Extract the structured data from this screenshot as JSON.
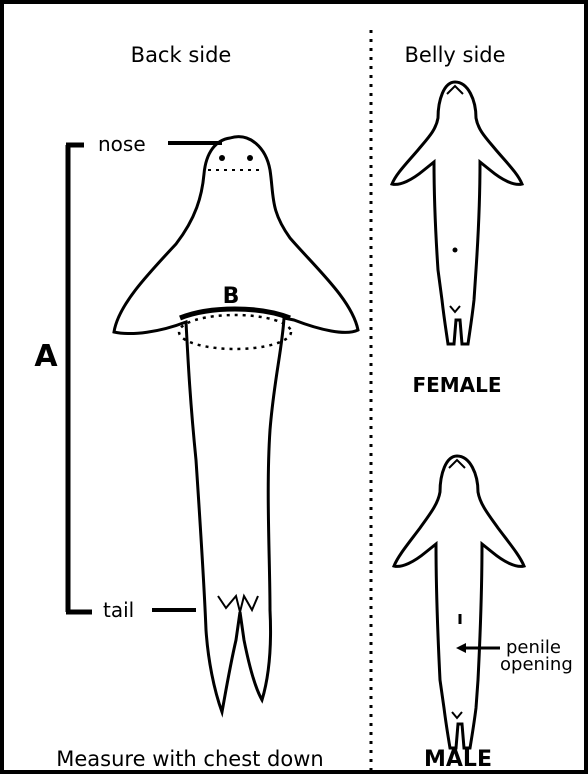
{
  "back_panel": {
    "heading": "Back side",
    "label_nose": "nose",
    "label_tail": "tail",
    "label_A": "A",
    "label_B": "B",
    "footer": "Measure with chest down"
  },
  "belly_panel": {
    "heading": "Belly side",
    "female_label": "FEMALE",
    "male_label": "MALE",
    "penile_line1": "penile",
    "penile_line2": "opening"
  }
}
